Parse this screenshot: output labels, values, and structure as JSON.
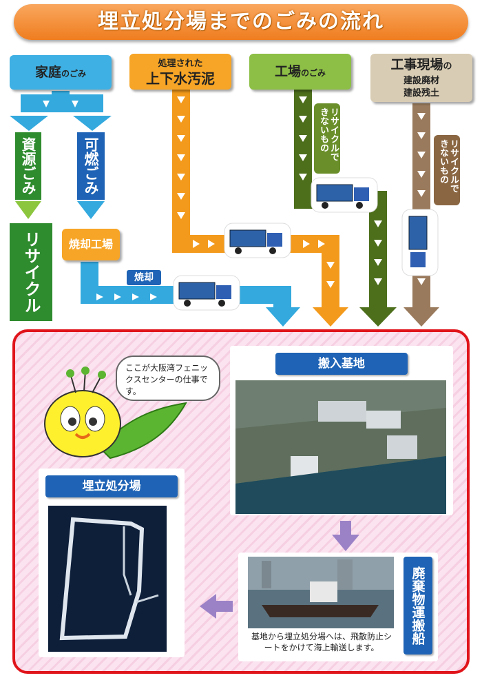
{
  "title": "埋立処分場までのごみの流れ",
  "sources": {
    "household": {
      "main": "家庭",
      "sub": "のごみ"
    },
    "sewage": {
      "line1": "処理された",
      "line2": "上下水汚泥"
    },
    "factory": {
      "main": "工場",
      "sub": "のごみ"
    },
    "construction": {
      "line1_main": "工事現場",
      "line1_sub": "の",
      "line2": "建設廃材",
      "line3": "建設残土"
    }
  },
  "household_split": {
    "resource": "資源ごみ",
    "burnable": "可燃ごみ"
  },
  "recycle": "リサイクル",
  "incinerator": "焼却工場",
  "incineration": "焼却",
  "non_recyclable_factory": "リサイクルできないもの",
  "non_recyclable_construction": "リサイクルできないもの",
  "center": {
    "speech": "ここが大阪湾フェニックスセンターの仕事です。",
    "base_label": "搬入基地",
    "landfill_label": "埋立処分場",
    "ship_label": "廃棄物運搬船",
    "ship_caption": "基地から埋立処分場へは、飛散防止シートをかけて海上輸送します。"
  },
  "colors": {
    "orange": "#f39a1c",
    "blue": "#1e63b5",
    "lightblue": "#33a9de",
    "green": "#2e8b2e",
    "olive": "#4d6f1c",
    "brown": "#9a7a5c",
    "red_border": "#e0141b"
  }
}
